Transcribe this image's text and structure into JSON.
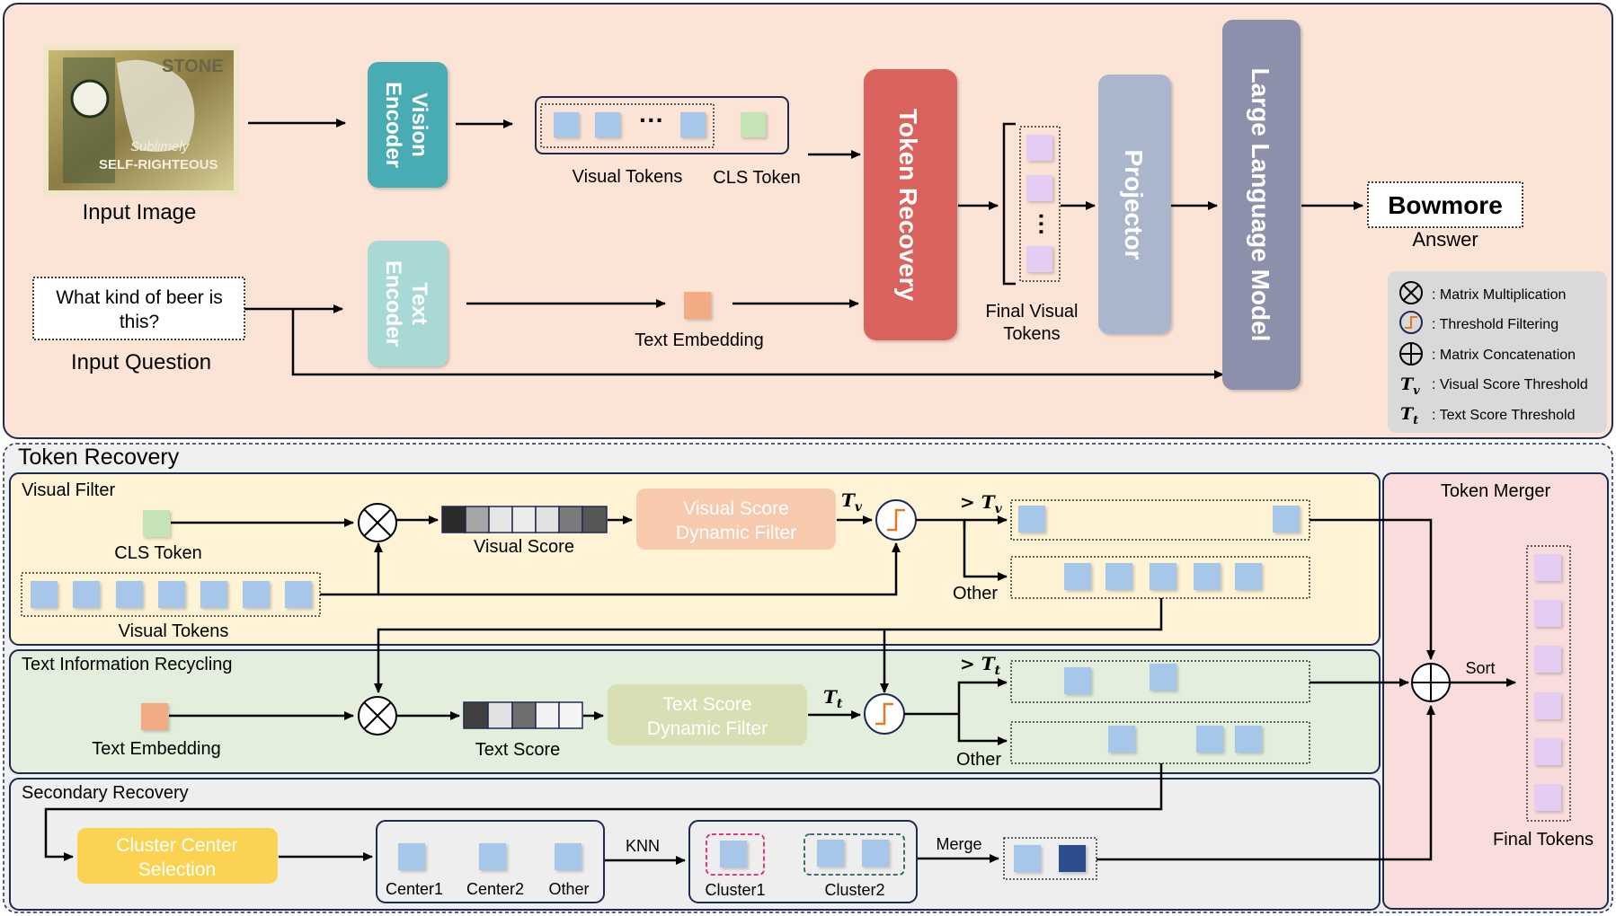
{
  "top": {
    "input_image_label": "Input Image",
    "vision_encoder": [
      "Vision",
      "Encoder"
    ],
    "text_encoder": [
      "Text",
      "Encoder"
    ],
    "visual_tokens_label": "Visual Tokens",
    "cls_token_label": "CLS Token",
    "ellipsis": "···",
    "token_recovery": "Token Recovery",
    "final_visual_tokens": [
      "Final Visual",
      "Tokens"
    ],
    "projector": "Projector",
    "llm": "Large Language Model",
    "answer_value": "Bowmore",
    "answer_label": "Answer",
    "question_lines": [
      "What kind of beer is",
      "this?"
    ],
    "input_question_label": "Input Question",
    "text_embedding_label": "Text Embedding",
    "image_text": [
      "Sublimely",
      "SELF-RIGHTEOUS",
      "STONE"
    ]
  },
  "legend": {
    "items": [
      {
        "symbol": "multiply",
        "text": ":  Matrix Multiplication"
      },
      {
        "symbol": "threshold",
        "text": ":  Threshold Filtering"
      },
      {
        "symbol": "concat",
        "text": ":  Matrix Concatenation"
      },
      {
        "symbol": "Tv",
        "text": ": Visual Score Threshold"
      },
      {
        "symbol": "Tt",
        "text": ":  Text Score Threshold"
      }
    ]
  },
  "bottom": {
    "title": "Token Recovery",
    "visual_filter": {
      "title": "Visual Filter",
      "cls_label": "CLS Token",
      "visual_tokens_label": "Visual Tokens",
      "score_label": "Visual Score",
      "filter_label": [
        "Visual Score",
        "Dynamic Filter"
      ],
      "threshold": "T",
      "threshold_sub": "v",
      "gt_label": "> T",
      "other_label": "Other"
    },
    "text_recycling": {
      "title": "Text Information Recycling",
      "embedding_label": "Text Embedding",
      "score_label": "Text Score",
      "filter_label": [
        "Text Score",
        "Dynamic Filter"
      ],
      "threshold": "T",
      "threshold_sub": "t",
      "gt_label": "> T",
      "other_label": "Other"
    },
    "secondary": {
      "title": "Secondary Recovery",
      "cluster_center": [
        "Cluster Center",
        "Selection"
      ],
      "center1": "Center1",
      "center2": "Center2",
      "other": "Other",
      "knn": "KNN",
      "cluster1": "Cluster1",
      "cluster2": "Cluster2",
      "merge": "Merge"
    },
    "merger": {
      "title": "Token Merger",
      "sort": "Sort",
      "final_tokens": "Final Tokens"
    }
  },
  "colors": {
    "top_bg": "#fbe3d6",
    "bottom_bg": "#efefef",
    "visual_filter_bg": "#fef3d5",
    "text_recycling_bg": "#e3efdc",
    "secondary_bg": "#eeeeee",
    "merger_bg": "#f9dcdc",
    "vision_encoder": "#4aabb3",
    "text_encoder": "#a8d9d6",
    "token_recovery": "#d9625c",
    "projector": "#a9b6cc",
    "llm": "#8c90aa",
    "visual_token": "#a7c7ea",
    "cls_token": "#c6e3b7",
    "text_embedding": "#f2ab84",
    "final_token": "#e4ccf3",
    "visual_filter_box": "#f7caae",
    "text_filter_box": "#d8dfb4",
    "cluster_center_box": "#fbd353",
    "merged_token": "#2d4e8f",
    "threshold_icon": "#e07b22"
  }
}
